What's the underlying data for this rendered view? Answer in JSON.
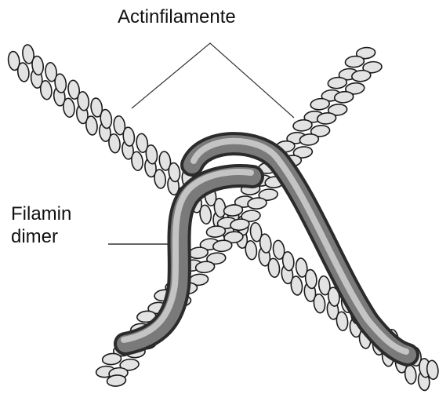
{
  "labels": {
    "actin": "Actinfilamente",
    "filamin_line1": "Filamin",
    "filamin_line2": "dimer"
  },
  "colors": {
    "bead_fill": "#e3e3e3",
    "bead_stroke": "#1a1a1a",
    "filamin_dark": "#2f2f2f",
    "filamin_mid": "#777777",
    "filamin_light": "#c6c6c6",
    "leader_line": "#333333"
  },
  "icons": [
    "actin-filament-helix",
    "filamin-dimer-tube"
  ]
}
